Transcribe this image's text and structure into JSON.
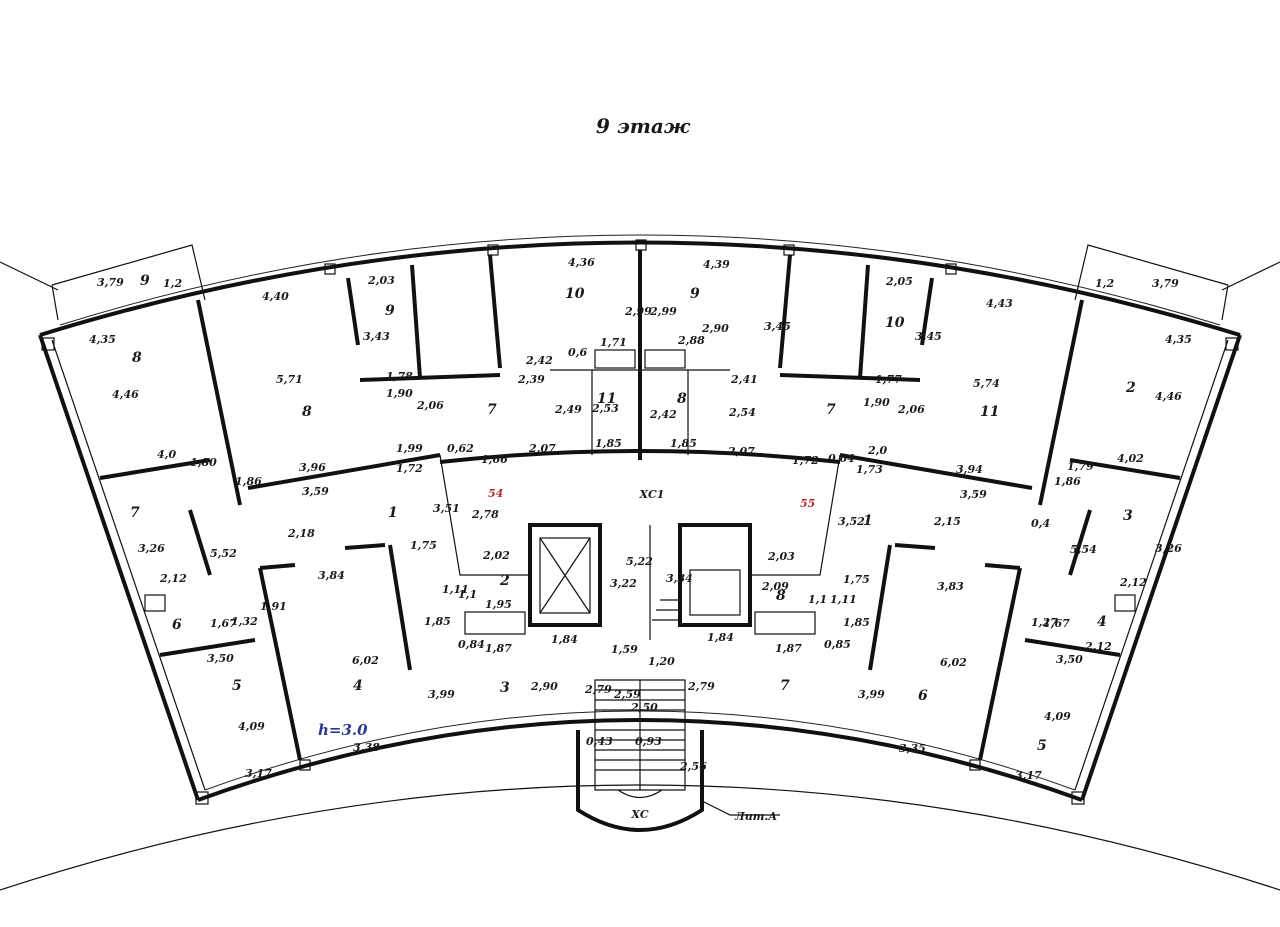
{
  "title": "9 этаж",
  "labels": {
    "corridor": "ХС1",
    "stair_hall": "ХС",
    "section_54": "54",
    "section_55": "55",
    "lit": "Лит.А",
    "height_note": "h=3.0"
  },
  "rooms": [
    "9",
    "8",
    "8",
    "9",
    "10",
    "9",
    "10",
    "11",
    "2",
    "7",
    "1",
    "7",
    "11",
    "8",
    "2",
    "1",
    "3",
    "7",
    "6",
    "4",
    "5",
    "4",
    "3",
    "8",
    "7",
    "6",
    "5"
  ],
  "dims": [
    "3,79",
    "1,2",
    "4,40",
    "2,03",
    "4,36",
    "4,39",
    "2,05",
    "4,43",
    "1,2",
    "3,79",
    "4,35",
    "4,35",
    "4,46",
    "5,71",
    "3,43",
    "2,99",
    "2,99",
    "2,90",
    "3,45",
    "3,45",
    "5,74",
    "4,46",
    "1,71",
    "2,88",
    "0,6",
    "2,42",
    "2,39",
    "2,41",
    "1,78",
    "1,90",
    "1,77",
    "1,90",
    "2,06",
    "2,49",
    "2,53",
    "2,42",
    "2,54",
    "2,06",
    "4,0",
    "1,80",
    "1,99",
    "0,62",
    "1,66",
    "2,07",
    "1,85",
    "1,85",
    "2,07",
    "1,72",
    "0,64",
    "2,0",
    "1,79",
    "4,02",
    "3,96",
    "1,72",
    "3,59",
    "3,94",
    "1,73",
    "3,59",
    "1,86",
    "1,86",
    "0,4",
    "3,51",
    "2,78",
    "3,52",
    "2,15",
    "2,18",
    "3,26",
    "3,26",
    "5,52",
    "5,54",
    "1,75",
    "1,75",
    "2,02",
    "2,03",
    "5,22",
    "3,22",
    "3,34",
    "3,84",
    "3,83",
    "2,12",
    "2,12",
    "1,11",
    "1,1",
    "1,1",
    "1,11",
    "1,95",
    "2,09",
    "1,67",
    "1,67",
    "1,32",
    "1,27",
    "1,91",
    "1,85",
    "0,84",
    "1,87",
    "1,84",
    "1,84",
    "1,87",
    "0,85",
    "1,85",
    "1,59",
    "1,20",
    "3,50",
    "3,50",
    "2,12",
    "6,02",
    "6,02",
    "2,79",
    "2,59",
    "2,79",
    "3,99",
    "3,99",
    "2,90",
    "4,09",
    "4,09",
    "2,50",
    "0,43",
    "0,93",
    "3,38",
    "3,35",
    "3,17",
    "3,17",
    "2,56"
  ]
}
